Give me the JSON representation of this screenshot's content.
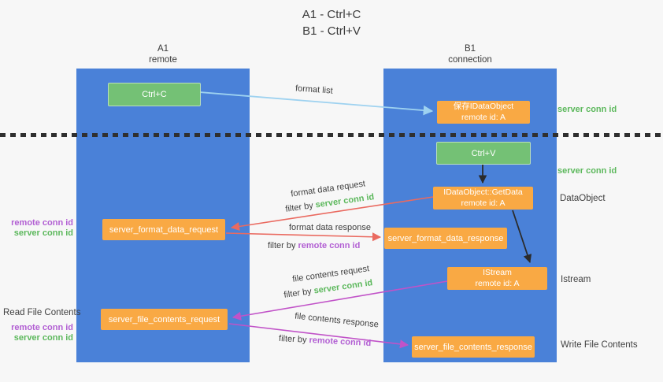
{
  "title": {
    "line1": "A1 - Ctrl+C",
    "line2": "B1 - Ctrl+V"
  },
  "columns": {
    "left": {
      "id": "A1",
      "name": "remote"
    },
    "right": {
      "id": "B1",
      "name": "connection"
    }
  },
  "nodes": {
    "ctrl_c": {
      "label": "Ctrl+C"
    },
    "save_idataobject": {
      "line1": "保存IDataObject",
      "line2": "remote id: A"
    },
    "ctrl_v": {
      "label": "Ctrl+V"
    },
    "getdata": {
      "line1": "IDataObject::GetData",
      "line2": "remote id: A"
    },
    "server_format_data_request": {
      "label": "server_format_data_request"
    },
    "server_format_data_response": {
      "label": "server_format_data_response"
    },
    "istream": {
      "line1": "IStream",
      "line2": "remote id: A"
    },
    "server_file_contents_request": {
      "label": "server_file_contents_request"
    },
    "server_file_contents_response": {
      "label": "server_file_contents_response"
    }
  },
  "arrow_labels": {
    "format_list": "format list",
    "format_data_request": "format data request",
    "format_data_response": "format data response",
    "file_contents_request": "file contents request",
    "file_contents_response": "file contents response",
    "filter_by": "filter by",
    "server_conn_id": "server conn id",
    "remote_conn_id": "remote conn id"
  },
  "side_labels": {
    "server_conn_id_top": "server conn id",
    "server_conn_id_mid": "server conn id",
    "dataobject": "DataObject",
    "istream": "Istream",
    "write_file_contents": "Write File Contents",
    "read_file_contents": "Read File Contents",
    "remote_conn_id_mid": "remote conn id",
    "server_conn_id_left_mid": "server conn id",
    "remote_conn_id_bottom": "remote conn id",
    "server_conn_id_bottom": "server conn id"
  },
  "colors": {
    "background": "#f7f7f7",
    "column_blue": "#4a81d8",
    "node_green": "#74c175",
    "node_orange": "#f9a944",
    "conn_id_green": "#5cb85c",
    "conn_id_purple": "#b25fd3",
    "arrow_light_blue": "#9ed2f0",
    "arrow_salmon": "#ea6a60",
    "arrow_magenta": "#c153c8",
    "arrow_black": "#2b2b2b"
  }
}
